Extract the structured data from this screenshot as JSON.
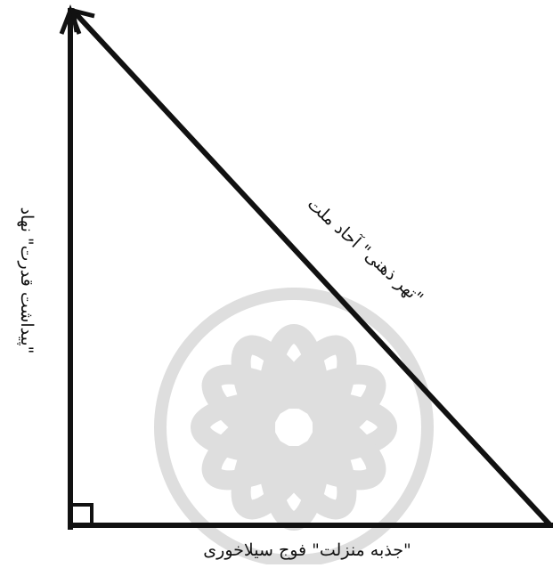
{
  "diagram": {
    "labels": {
      "vertical_side": "\"پیداشت قدرت\" نهاد",
      "hypotenuse": "\"تهر ذهنی\" آحاد ملت",
      "base": "\"جذبه منزلت\" فوج سیلاخوری"
    },
    "line_color": "#111111",
    "watermark_color": "#dedede",
    "right_angle_marker": "square at bottom-left corner",
    "arrowheads": [
      "top of vertical side",
      "top of hypotenuse"
    ],
    "watermark_icon": "rosette-watermark-icon"
  }
}
